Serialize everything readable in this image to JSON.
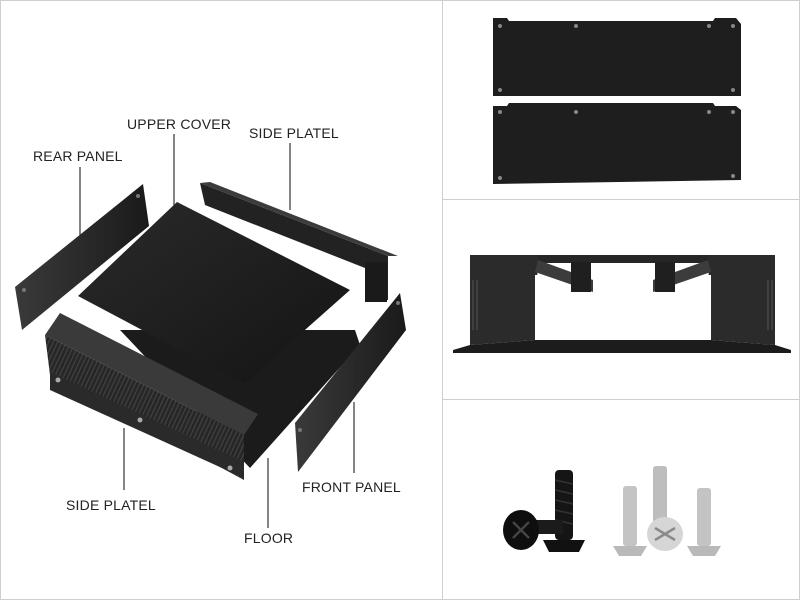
{
  "labels": {
    "upper_cover": "UPPER COVER",
    "side_platel_top": "SIDE PLATEL",
    "rear_panel": "REAR PANEL",
    "side_platel_bottom": "SIDE PLATEL",
    "floor": "FLOOR",
    "front_panel": "FRONT PANEL"
  },
  "colors": {
    "metal_dark": "#1c1c1c",
    "metal_mid": "#2e2e2e",
    "metal_light": "#4a4a4a",
    "screw_black": "#151515",
    "screw_steel": "#c9c9c9",
    "border": "#cfcfcf"
  }
}
